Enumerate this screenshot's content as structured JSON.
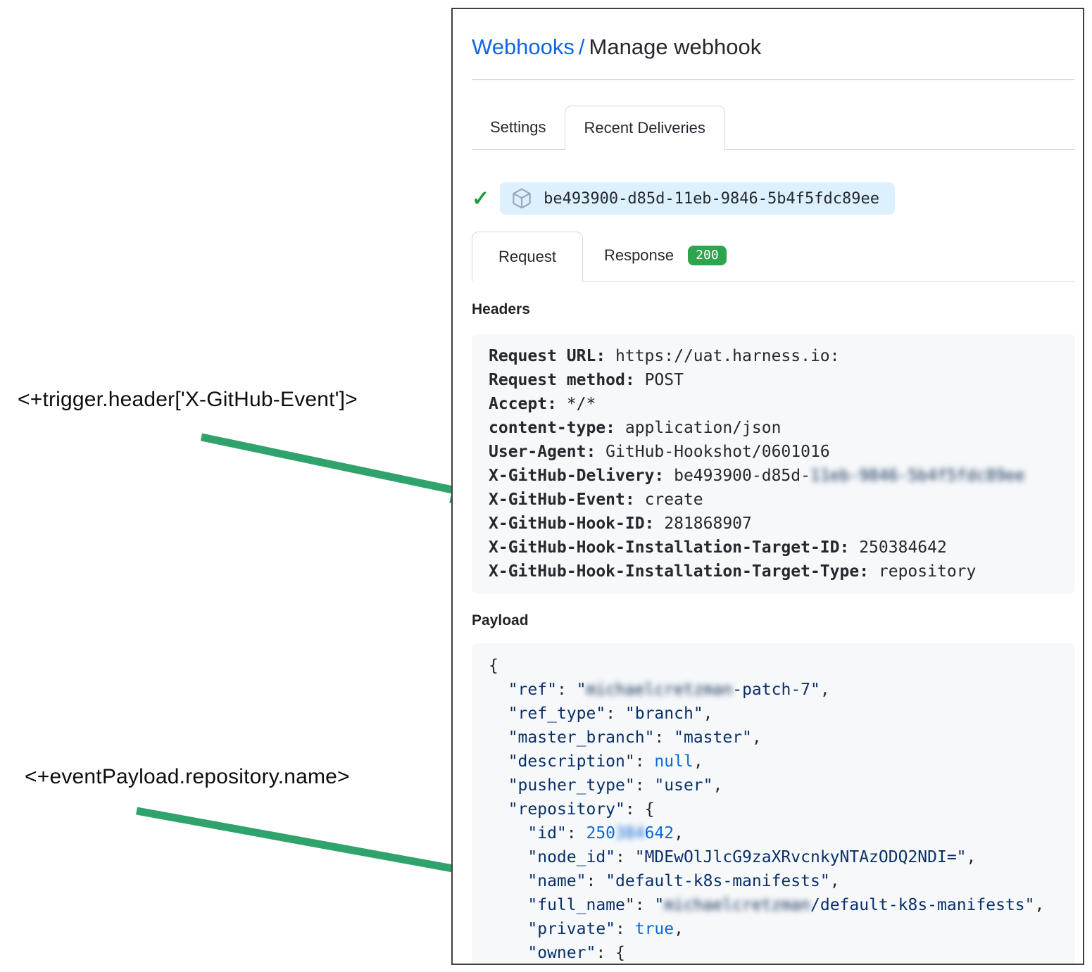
{
  "annotations": {
    "trigger_header": "<+trigger.header['X-GitHub-Event']>",
    "event_payload": "<+eventPayload.repository.name>"
  },
  "breadcrumb": {
    "link": "Webhooks",
    "separator": "/",
    "current": "Manage webhook"
  },
  "tabs": [
    {
      "label": "Settings",
      "active": false
    },
    {
      "label": "Recent Deliveries",
      "active": true
    }
  ],
  "delivery": {
    "id": "be493900-d85d-11eb-9846-5b4f5fdc89ee",
    "status_icon": "check-icon",
    "pill_icon": "package-icon"
  },
  "subtabs": {
    "request": "Request",
    "response": "Response",
    "response_status": "200"
  },
  "request": {
    "headers_title": "Headers",
    "headers": [
      {
        "label": "Request URL:",
        "value": "https://uat.harness.io:"
      },
      {
        "label": "Request method:",
        "value": "POST"
      },
      {
        "label": "Accept:",
        "value": "*/*"
      },
      {
        "label": "content-type:",
        "value": "application/json"
      },
      {
        "label": "User-Agent:",
        "value": "GitHub-Hookshot/0601016"
      },
      {
        "label": "X-GitHub-Delivery:",
        "value": "be493900-d85d-",
        "blur": "11eb-9846-5b4f5fdc89ee"
      },
      {
        "label": "X-GitHub-Event:",
        "value": "create"
      },
      {
        "label": "X-GitHub-Hook-ID:",
        "value": "281868907"
      },
      {
        "label": "X-GitHub-Hook-Installation-Target-ID:",
        "value": "250384642"
      },
      {
        "label": "X-GitHub-Hook-Installation-Target-Type:",
        "value": "repository"
      }
    ],
    "payload_title": "Payload",
    "payload_lines": [
      [
        [
          "pln",
          "{"
        ]
      ],
      [
        [
          "pln",
          "  "
        ],
        [
          "key",
          "\"ref\""
        ],
        [
          "pln",
          ": "
        ],
        [
          "str",
          "\""
        ],
        [
          "blur",
          "michaelcretzman"
        ],
        [
          "str",
          "-patch-7\""
        ],
        [
          "pln",
          ","
        ]
      ],
      [
        [
          "pln",
          "  "
        ],
        [
          "key",
          "\"ref_type\""
        ],
        [
          "pln",
          ": "
        ],
        [
          "str",
          "\"branch\""
        ],
        [
          "pln",
          ","
        ]
      ],
      [
        [
          "pln",
          "  "
        ],
        [
          "key",
          "\"master_branch\""
        ],
        [
          "pln",
          ": "
        ],
        [
          "str",
          "\"master\""
        ],
        [
          "pln",
          ","
        ]
      ],
      [
        [
          "pln",
          "  "
        ],
        [
          "key",
          "\"description\""
        ],
        [
          "pln",
          ": "
        ],
        [
          "lit",
          "null"
        ],
        [
          "pln",
          ","
        ]
      ],
      [
        [
          "pln",
          "  "
        ],
        [
          "key",
          "\"pusher_type\""
        ],
        [
          "pln",
          ": "
        ],
        [
          "str",
          "\"user\""
        ],
        [
          "pln",
          ","
        ]
      ],
      [
        [
          "pln",
          "  "
        ],
        [
          "key",
          "\"repository\""
        ],
        [
          "pln",
          ": {"
        ]
      ],
      [
        [
          "pln",
          "    "
        ],
        [
          "key",
          "\"id\""
        ],
        [
          "pln",
          ": "
        ],
        [
          "lit",
          "250"
        ],
        [
          "blurlit",
          "384"
        ],
        [
          "lit",
          "642"
        ],
        [
          "pln",
          ","
        ]
      ],
      [
        [
          "pln",
          "    "
        ],
        [
          "key",
          "\"node_id\""
        ],
        [
          "pln",
          ": "
        ],
        [
          "str",
          "\"MDEwOlJlcG9zaXRvcnkyNTAzODQ2NDI=\""
        ],
        [
          "pln",
          ","
        ]
      ],
      [
        [
          "pln",
          "    "
        ],
        [
          "key",
          "\"name\""
        ],
        [
          "pln",
          ": "
        ],
        [
          "str",
          "\"default-k8s-manifests\""
        ],
        [
          "pln",
          ","
        ]
      ],
      [
        [
          "pln",
          "    "
        ],
        [
          "key",
          "\"full_name\""
        ],
        [
          "pln",
          ": "
        ],
        [
          "str",
          "\""
        ],
        [
          "blur",
          "michaelcretzman"
        ],
        [
          "str",
          "/default-k8s-manifests\""
        ],
        [
          "pln",
          ","
        ]
      ],
      [
        [
          "pln",
          "    "
        ],
        [
          "key",
          "\"private\""
        ],
        [
          "pln",
          ": "
        ],
        [
          "lit",
          "true"
        ],
        [
          "pln",
          ","
        ]
      ],
      [
        [
          "pln",
          "    "
        ],
        [
          "key",
          "\"owner\""
        ],
        [
          "pln",
          ": {"
        ]
      ]
    ]
  },
  "colors": {
    "link_blue": "#1266dd",
    "arrow_green": "#2fa36b",
    "check_green": "#1f9d3b",
    "badge_green": "#2da44e",
    "pill_blue_bg": "#ddf0fe",
    "code_box_gray": "#f6f8fa",
    "code_key_navy": "#0a3069",
    "code_literal_blue": "#0969da"
  }
}
